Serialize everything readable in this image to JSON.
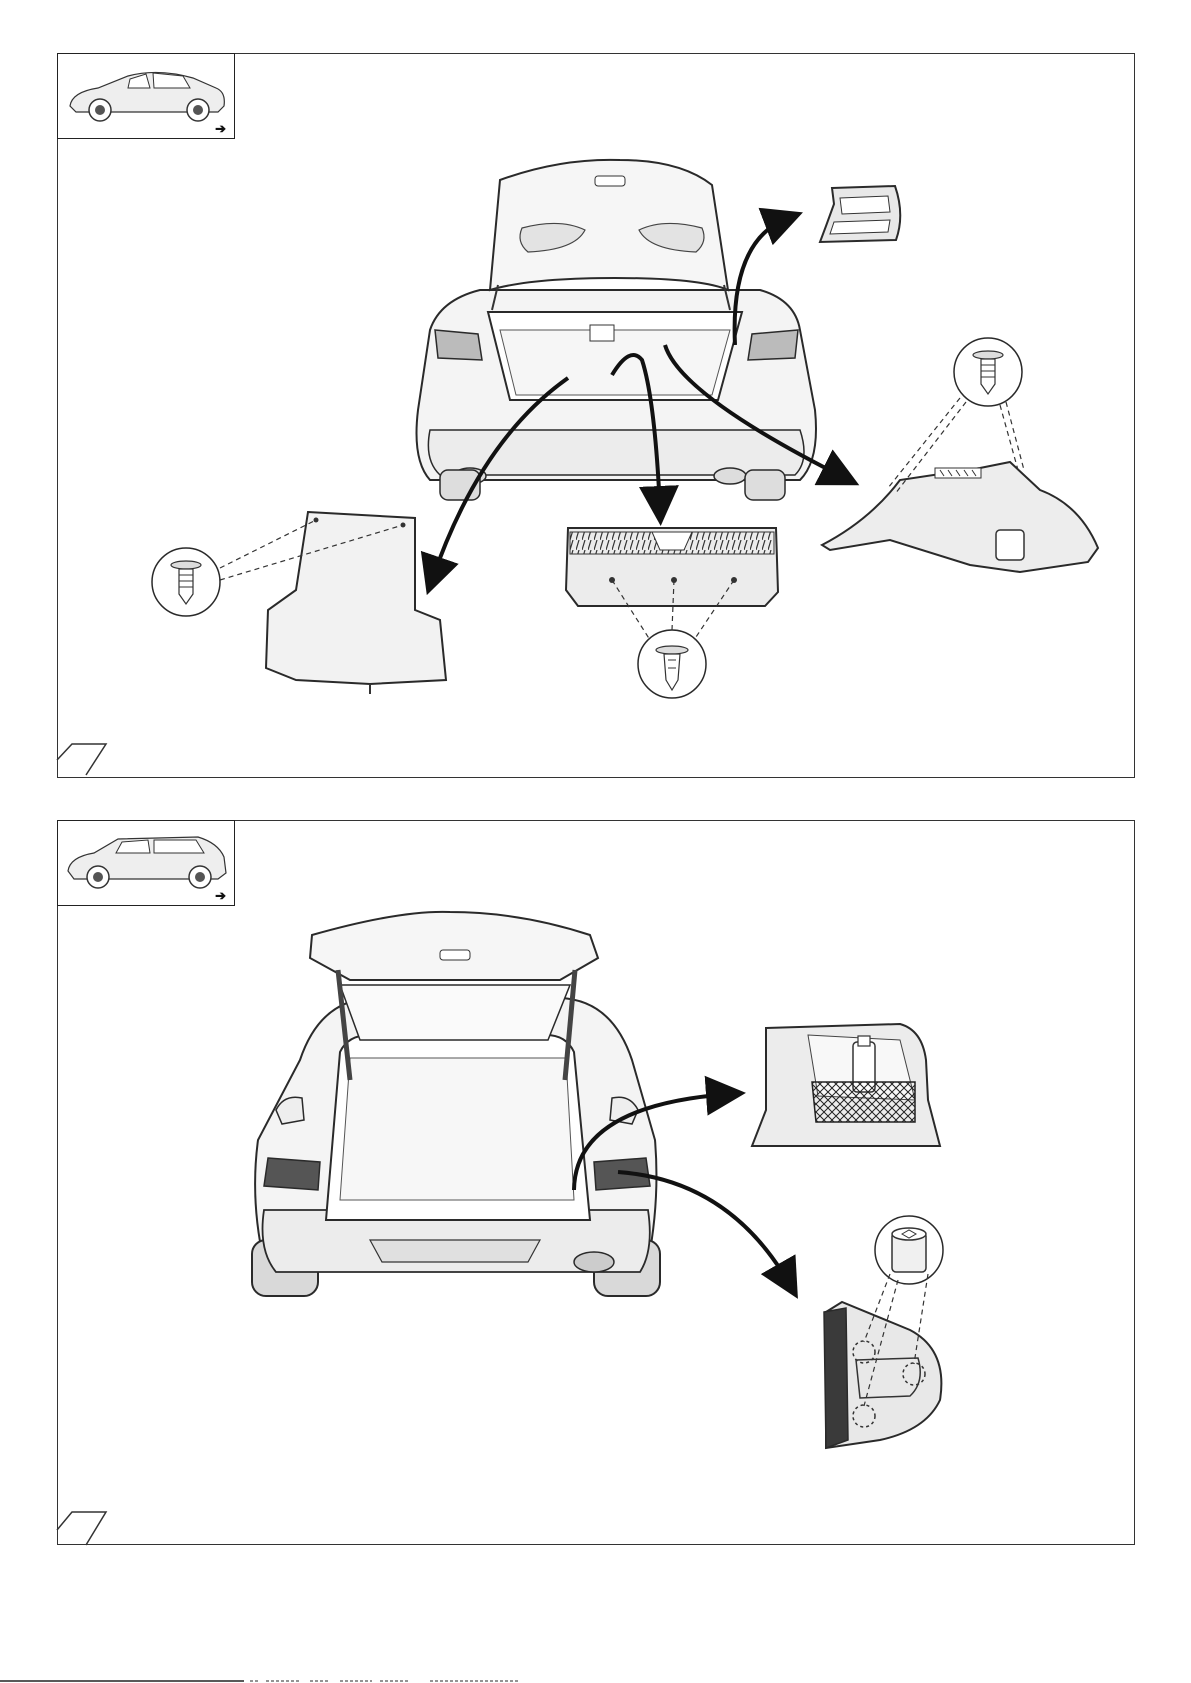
{
  "panels": [
    {
      "vehicle": "sedan",
      "thumb_arrow": "➔",
      "parts": [
        "trunk-floor-mat",
        "rear-sill-trim",
        "side-trunk-trim",
        "tail-lamp",
        "trim-clip",
        "push-pin"
      ]
    },
    {
      "vehicle": "estate",
      "thumb_arrow": "➔",
      "parts": [
        "side-storage-net-panel",
        "tail-lamp",
        "socket-tool"
      ]
    }
  ],
  "colors": {
    "line": "#2a2a2a",
    "fill": "#f2f2f2",
    "shade": "#d9d9d9",
    "dark": "#3a3a3a",
    "arrow": "#111111"
  },
  "icons": [
    "arrow-right-icon",
    "clip-icon",
    "socket-icon",
    "net-icon"
  ]
}
